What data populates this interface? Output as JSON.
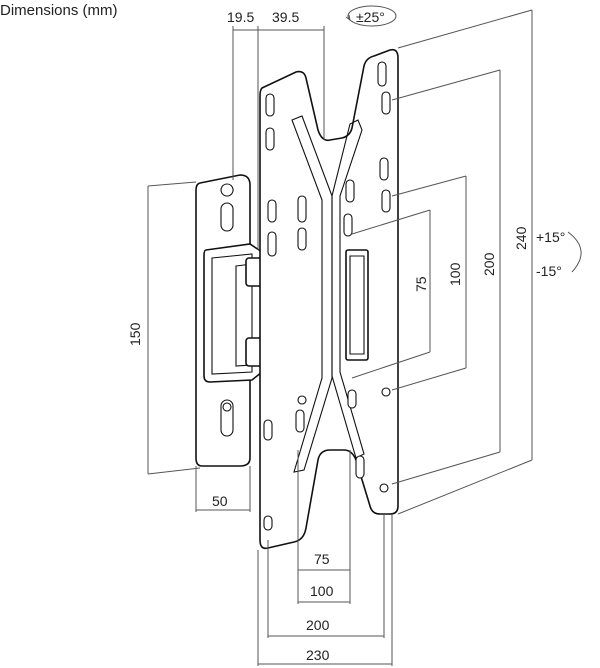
{
  "title": "Dimensions (mm)",
  "dimensions": {
    "top_offset": "19.5",
    "top_width": "39.5",
    "swivel": "±25°",
    "wall_plate_height": "150",
    "wall_plate_width": "50",
    "vesa_h_75": "75",
    "vesa_h_100": "100",
    "vesa_h_200": "200",
    "vesa_h_230": "230",
    "vesa_v_75": "75",
    "vesa_v_100": "100",
    "vesa_v_200": "200",
    "vesa_v_240": "240",
    "tilt_up": "+15°",
    "tilt_down": "-15°"
  }
}
